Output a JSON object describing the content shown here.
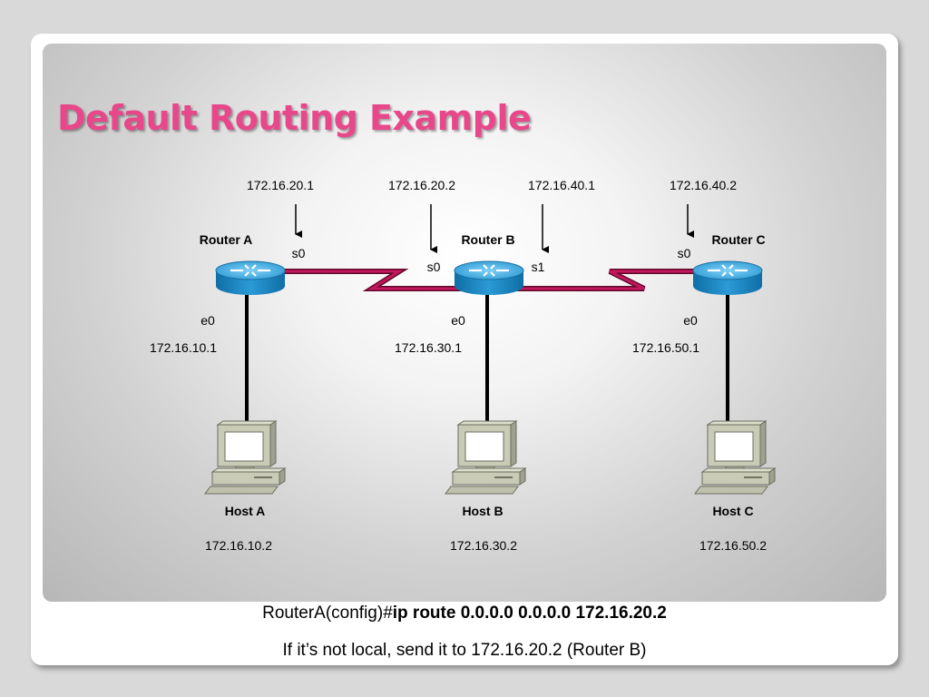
{
  "title": "Default Routing Example",
  "routers": [
    {
      "name": "Router A",
      "s0_label": "s0",
      "e0_label": "e0",
      "e0_ip": "172.16.10.1"
    },
    {
      "name": "Router B",
      "s0_label": "s0",
      "s1_label": "s1",
      "e0_label": "e0",
      "e0_ip": "172.16.30.1"
    },
    {
      "name": "Router C",
      "s0_label": "s0",
      "e0_label": "e0",
      "e0_ip": "172.16.50.1"
    }
  ],
  "serial_ips": [
    "172.16.20.1",
    "172.16.20.2",
    "172.16.40.1",
    "172.16.40.2"
  ],
  "hosts": [
    {
      "name": "Host A",
      "ip": "172.16.10.2"
    },
    {
      "name": "Host B",
      "ip": "172.16.30.2"
    },
    {
      "name": "Host C",
      "ip": "172.16.50.2"
    }
  ],
  "command": {
    "prompt": "RouterA(config)#",
    "text": "ip route 0.0.0.0  0.0.0.0  172.16.20.2"
  },
  "explanation": "If it’s not local, send it to 172.16.20.2 (Router B)",
  "colors": {
    "title": "#e8488a",
    "serial_link": "#b0134f",
    "router_body": "#1b84c0",
    "router_top": "#4fb3e6"
  }
}
